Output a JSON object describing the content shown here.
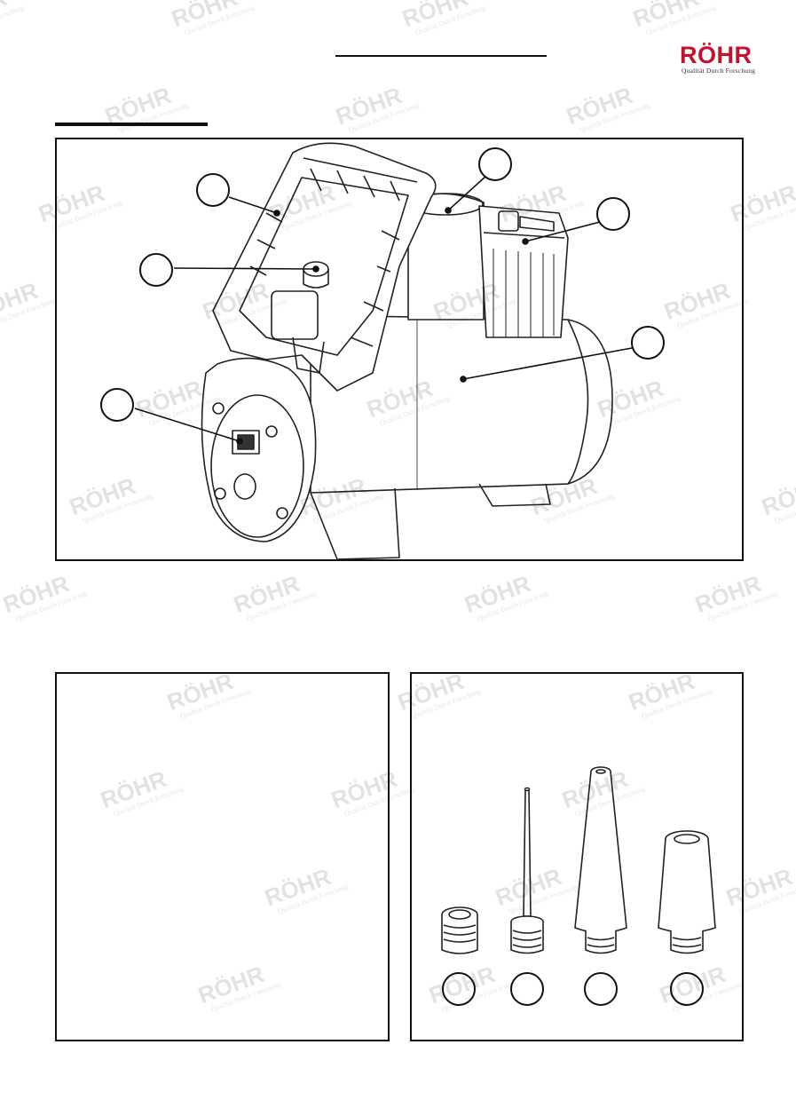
{
  "brand": {
    "logo_text": "RÖHR",
    "tagline": "Qualität Durch Forschung",
    "accent_color": "#c8102e"
  },
  "watermark": {
    "text": "RÖHR",
    "tagline": "Qualität Durch Forschung"
  },
  "diagram": {
    "main_figure": "air-compressor-illustration",
    "accessories": [
      "valve-adapter",
      "needle-adapter",
      "long-cone-nozzle",
      "short-cone-nozzle"
    ]
  }
}
